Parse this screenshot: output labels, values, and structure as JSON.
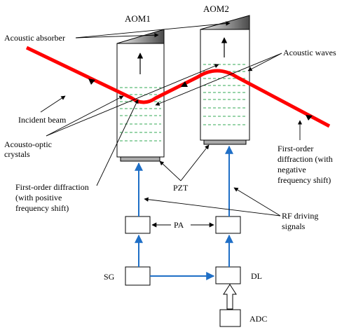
{
  "labels": {
    "aom1": "AOM1",
    "aom2": "AOM2",
    "acoustic_absorber": "Acoustic absorber",
    "acoustic_waves": "Acoustic waves",
    "incident_beam": "Incident beam",
    "crystals_line1": "Acousto-optic",
    "crystals_line2": "crystals",
    "neg_line1": "First-order",
    "neg_line2": "diffraction (with",
    "neg_line3": "negative",
    "neg_line4": "frequency shift)",
    "pos_line1": "First-order diffraction",
    "pos_line2": "(with positive",
    "pos_line3": "frequency shift)",
    "pzt": "PZT",
    "pa": "PA",
    "rf_line1": "RF driving",
    "rf_line2": "signals",
    "sg": "SG",
    "dl": "DL",
    "adc": "ADC"
  },
  "colors": {
    "beam": "#ff0000",
    "signal_arrow": "#1f6fc6",
    "acoustic_wave": "#33aa55",
    "absorber_dark": "#555555",
    "absorber_light": "#dddddd",
    "transducer": "#aaaaaa"
  }
}
